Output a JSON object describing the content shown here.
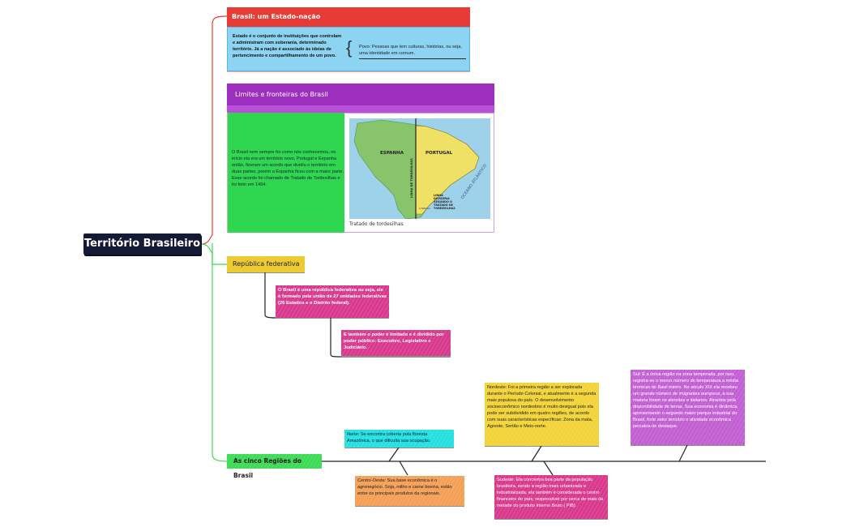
{
  "root": {
    "title": "Território Brasileiro"
  },
  "estado_nacao": {
    "title": "Brasil: um Estado-nação",
    "text": "Estado é o conjunto de instituições que controlam e administram com soberania, determinado território. Já a nação é associado às ideias de pertencimento e compartilhamento de um povo.",
    "povo": "Povo: Pessoas que tem culturas, histórias, ou seja, uma identidade em comum."
  },
  "limites": {
    "title": "Limites e fronteiras do Brasil",
    "text": "O Brasil nem sempre foi como nós conhecemos, no início ela era um território novo, Portugal e Espanha então, fizeram um acordo que dividiu o território em duas partes, porém a Espanha ficou com a maior parte. Esse acordo foi chamado de Tratado de Tordesilhas e foi feito em 1494.",
    "caption": "Tratado de tordesilhas",
    "map": {
      "label_espanha": "ESPANHA",
      "label_portugal": "PORTUGAL",
      "label_linha": "LINHA DE TORDESILHAS",
      "label_oceano": "OCEANO ATLÂNTICO",
      "label_linha_divisoria": "LINHA DIVISÓRIA SEGUNDO O TRATADO DE TORDESILHAS",
      "label_scale": "1.500 km"
    }
  },
  "republica": {
    "title": "República federativa",
    "text1": "O Brasil é uma república federativa ou seja, ele é formado pela união de 27 unidades federativas (26 Estados e o Distrito federal).",
    "text2": "E também o poder é limitado e é dividido por poder público: Executivo, Legislativo e Judiciário."
  },
  "regioes": {
    "title": "As cinco Regiões do Brasil",
    "norte": "Norte: Se encontra coberta pela floresta Amazônica, o que dificulta sua ocupação.",
    "centro_oeste": "Centro-Oeste: Sua base econômica é o agronegócio. Soja, milho e carne bovina, estão entre os principais produtos da regionais.",
    "nordeste": "Nordeste: Foi a primeira região a ser explorada durante o Período Colonial, e atualmente é a segunda mais populosa do país. O desenvolvimento socioeconômico nordestino é muito desigual pois ela pode ser subdividido em quatro regiões, de acordo com suas características específicas: Zona da mata, Agreste, Sertão e Meio-norte.",
    "sudeste": "Sudeste: Ela concentra boa parte da população brasileira, sendo a região mais urbanizada e industrializada, ela também é considerada o centro financeiro do país, responsável por cerca de mais da metade do produto Interno Bruto ( PIB).",
    "sul": "Sul: É a única região na zona temperada, por isso, registra-se o menor número de temperatura a média térmicas do Basil inteiro. No século XIX ela recebeu um grande número de imigrantes europeus, a sua maioria foram os alemães e italianos. Atraídos pela disponibilidade de terras. Sua economia é dinâmica, apresentando o segundo maior parque industrial do Brasil, forte setor terciário e atividade econômica pecuária de destaque."
  },
  "colors": {
    "root": "#141a33",
    "red": "#e83b35",
    "blue": "#8dd4f2",
    "purple": "#9c2fbe",
    "green": "#2fd751",
    "yellow": "#ecc92c",
    "pink": "#d9398c",
    "cyan": "#24e0e0",
    "orange": "#f5a057",
    "violet": "#c25fd2"
  }
}
